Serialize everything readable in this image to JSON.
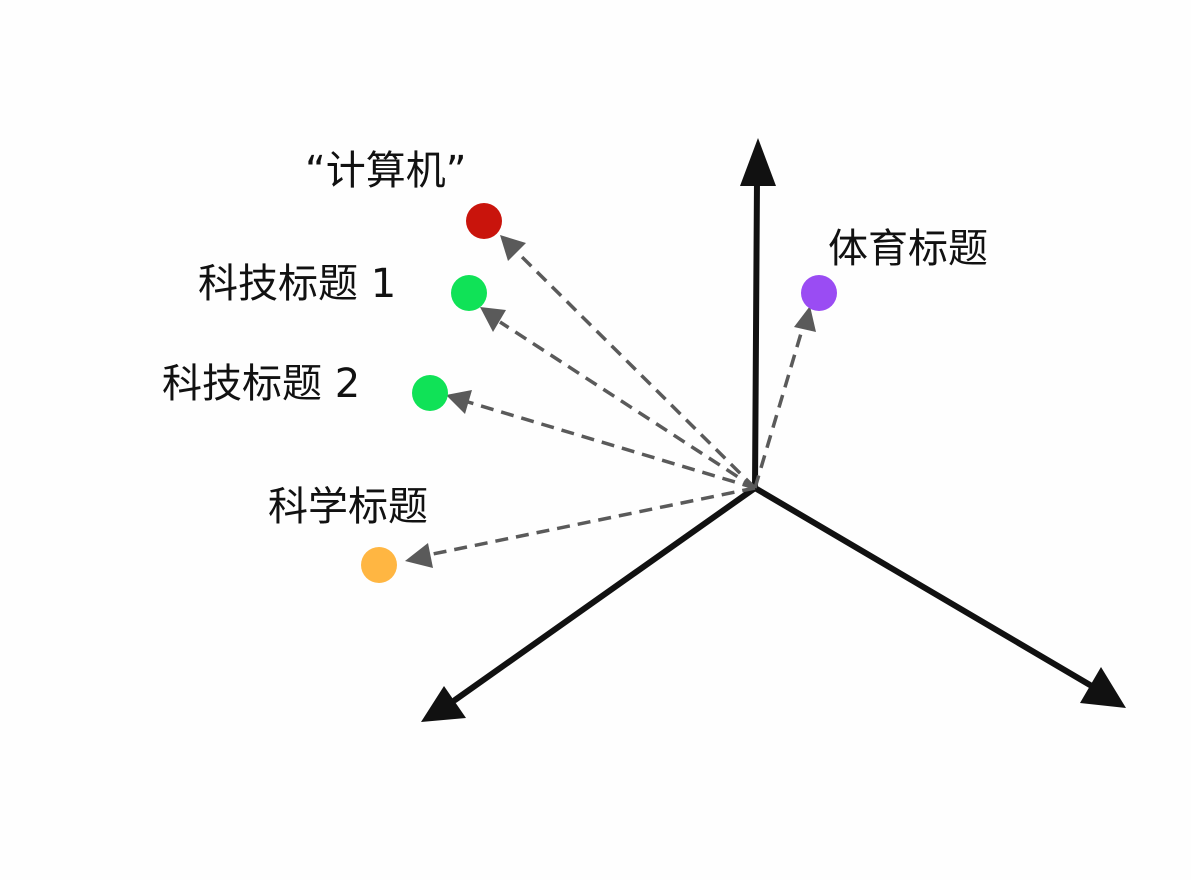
{
  "labels": {
    "computer": "“计算机”",
    "tech_title_1": "科技标题 1",
    "tech_title_2": "科技标题 2",
    "science_title": "科学标题",
    "sports_title": "体育标题"
  },
  "colors": {
    "computer_dot": "#c9140c",
    "tech_dot": "#10e257",
    "science_dot": "#ffb642",
    "sports_dot": "#9a4cf3",
    "axis": "#111111",
    "vector": "#5a5a5a",
    "background": "#fefefe"
  },
  "icons": {
    "axis_head": "arrowhead",
    "vector_head": "arrowhead",
    "point": "circle"
  }
}
